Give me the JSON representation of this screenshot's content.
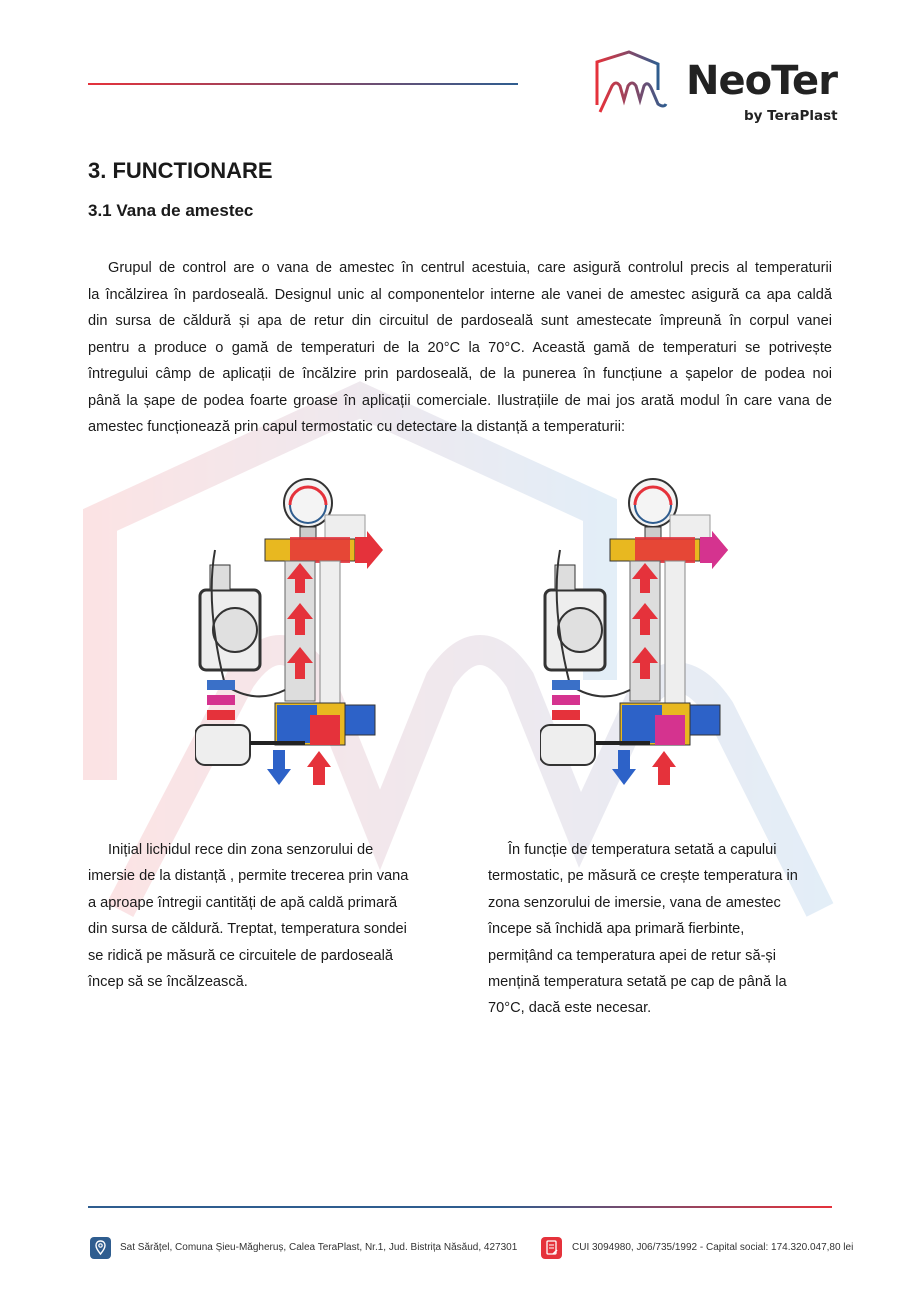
{
  "header": {
    "logo": {
      "name": "NeoTer",
      "tagline": "by TeraPlast"
    },
    "colors": {
      "red": "#e5323b",
      "blue": "#2f5d8f"
    }
  },
  "section": {
    "title": "3. FUNCTIONARE",
    "subtitle": "3.1 Vana de amestec",
    "intro_lines": [
      "Grupul de control are o vana de amestec în centrul acestuia, care asigură controlul precis al temperaturii",
      "la încălzirea în pardoseală. Designul unic al componentelor interne ale vanei de amestec asigură ca apa caldă",
      "din sursa de căldură și apa de retur din circuitul de pardoseală sunt amestecate împreună în corpul vanei",
      "pentru a produce o gamă de temperaturi de la 20°C la 70°C. Această gamă de temperaturi se potrivește",
      "întregului câmp de aplicații de încălzire prin pardoseală, de la punerea în funcțiune a șapelor de podea noi",
      "până la șape de podea foarte groase în aplicații comerciale. Ilustrațiile de mai jos arată modul în care vana de",
      "amestec funcționează prin capul termostatic cu detectare  la distanță a temperaturii:"
    ],
    "left_caption_lines": [
      "Inițial lichidul rece din zona senzorului de",
      "imersie de la distanță , permite trecerea prin vana",
      "a aproape întregii cantități de apă caldă primară",
      "din sursa de căldură. Treptat, temperatura sondei",
      "se ridică pe măsură ce circuitele de pardoseală",
      "încep să se încălzească."
    ],
    "right_caption_lines": [
      "În funcție de temperatura setată a capului",
      "termostatic, pe măsură ce crește temperatura in",
      "zona senzorului de imersie, vana de amestec",
      "începe să închidă apa primară fierbinte,",
      "permițând ca temperatura apei de retur să-și",
      "mențină temperatura setată pe cap de până la",
      "70°C, dacă este necesar."
    ]
  },
  "footer": {
    "address": "Sat Sărățel, Comuna Șieu-Măgheruș, Calea TeraPlast, Nr.1, Jud. Bistrița Năsăud, 427301",
    "address_icon": "location-pin-icon",
    "company_info": "CUI 3094980, J06/735/1992 - Capital social: 174.320.047,80 lei",
    "company_icon": "document-edit-icon"
  }
}
